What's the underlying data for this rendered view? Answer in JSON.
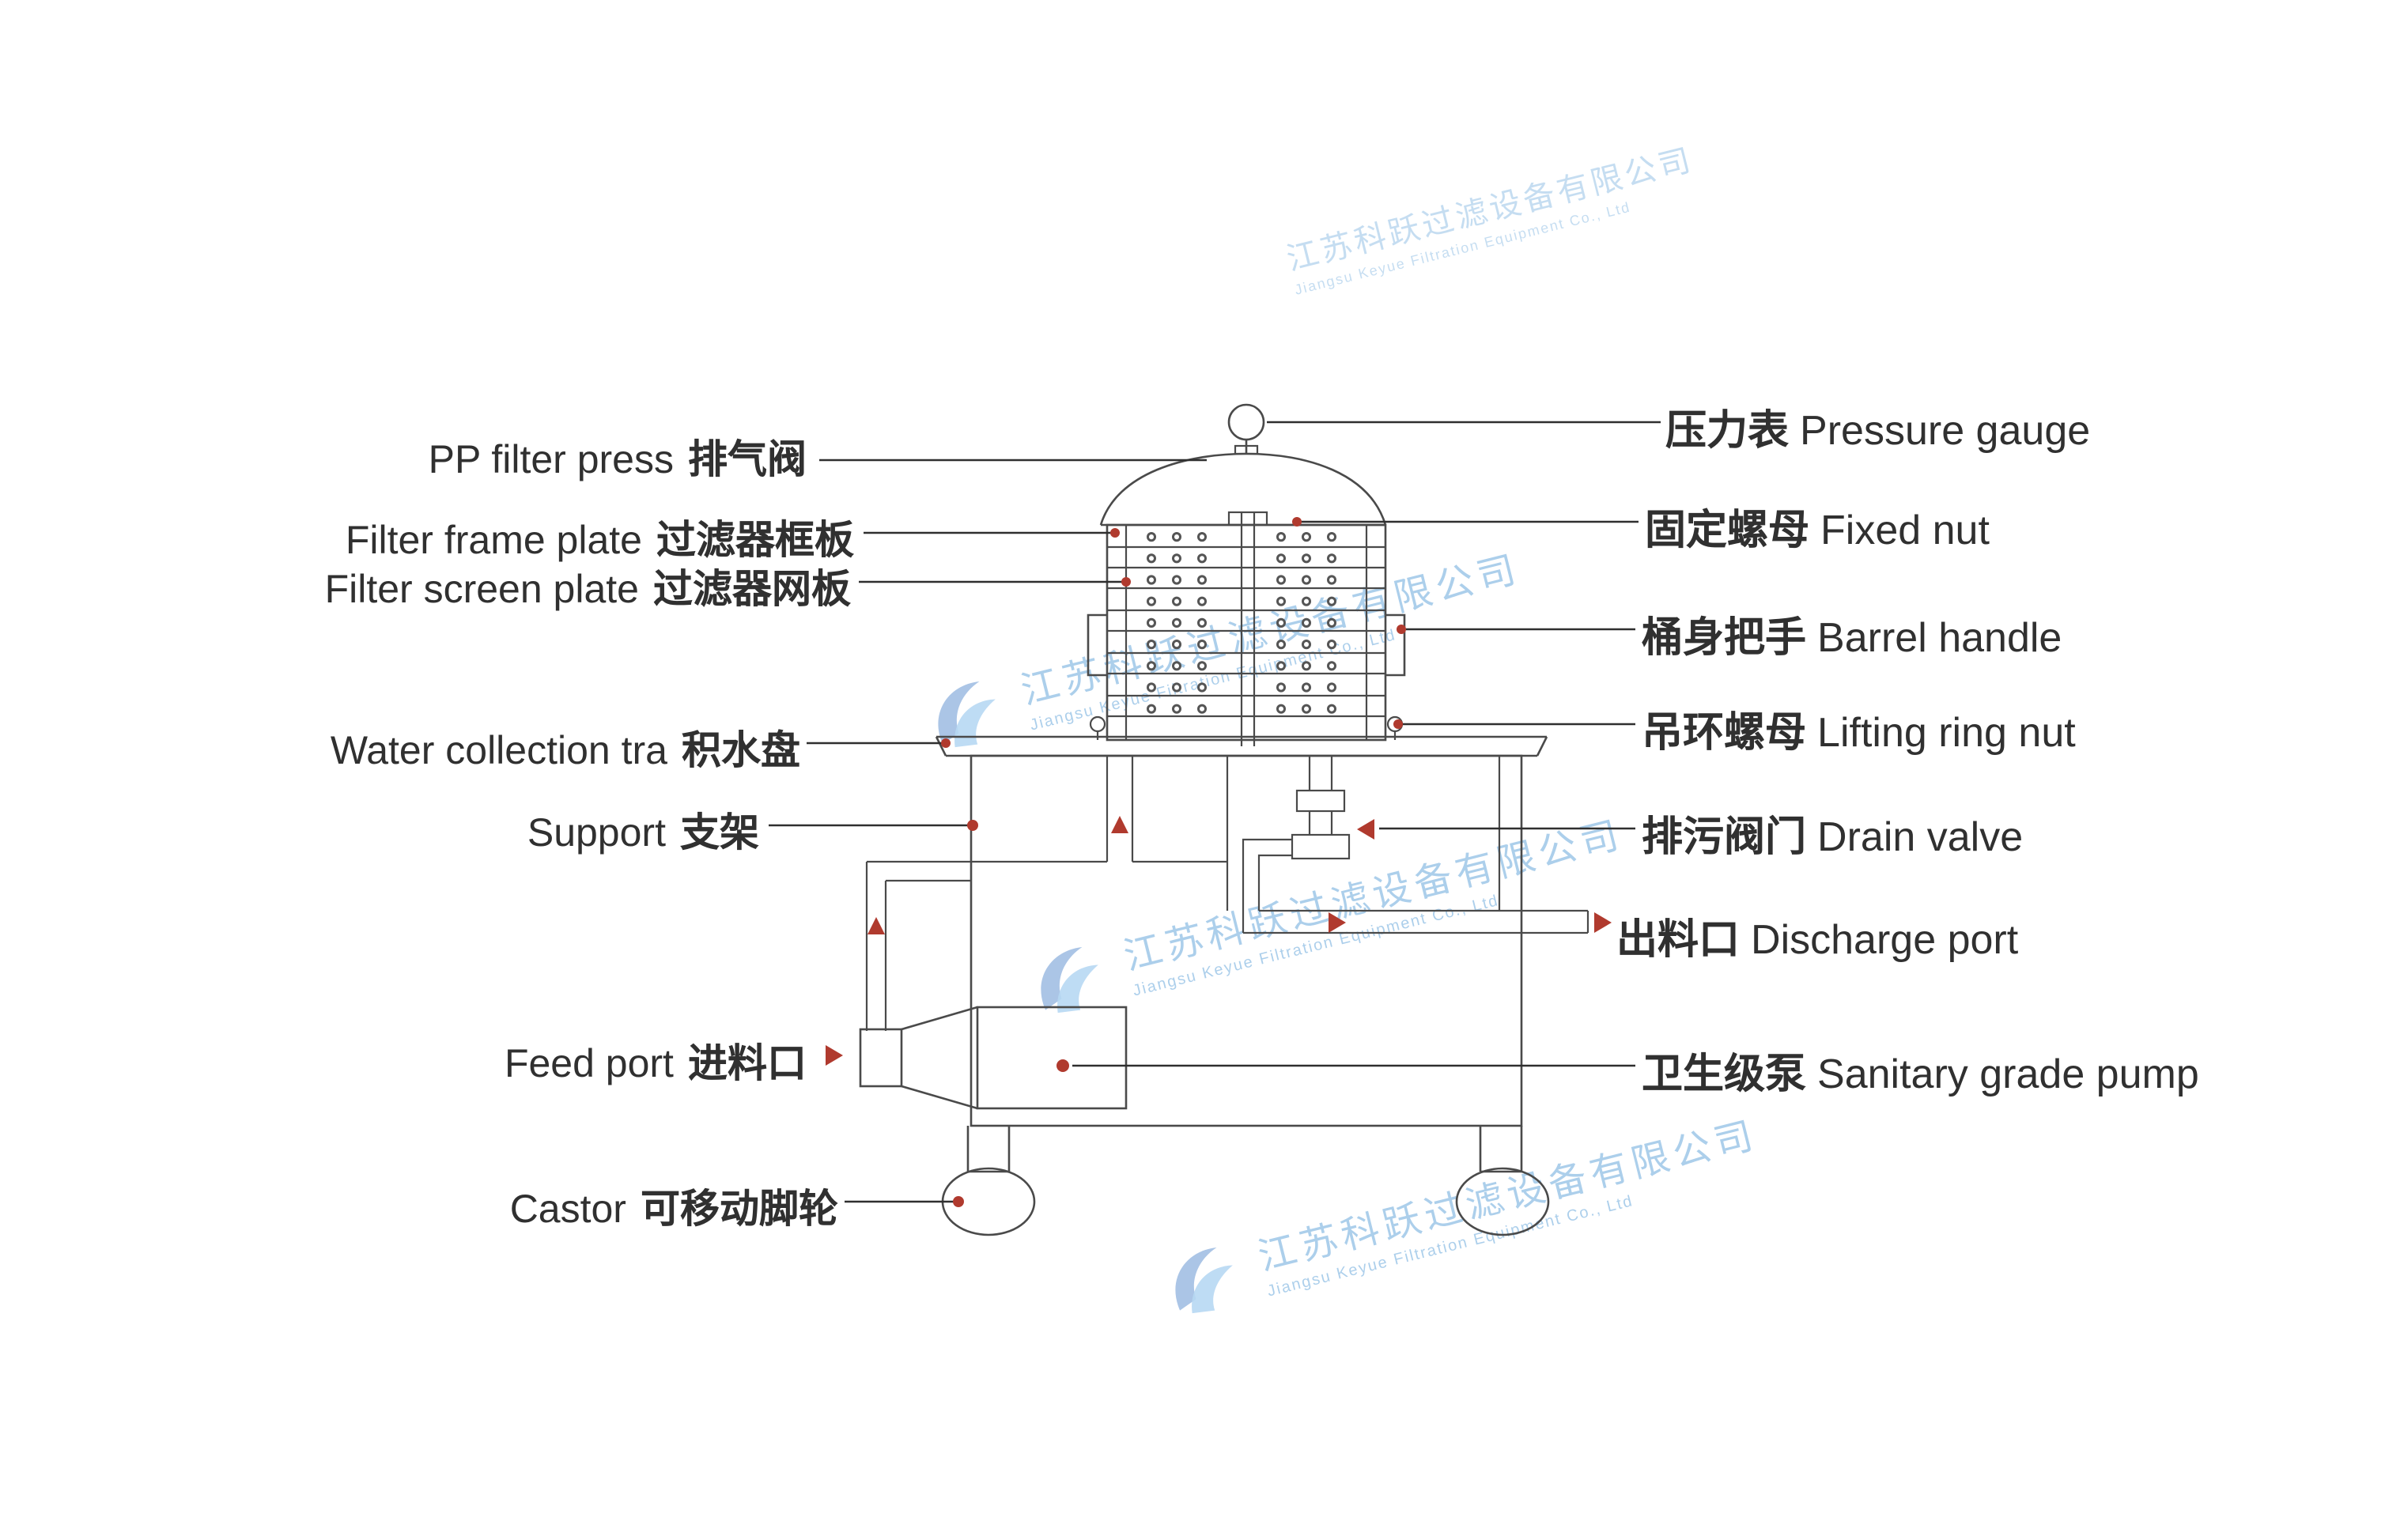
{
  "machine": {
    "left_labels": [
      {
        "en": "PP filter press",
        "zh": "排气阀"
      },
      {
        "en": "Filter frame plate",
        "zh": "过滤器框板"
      },
      {
        "en": "Filter screen plate",
        "zh": "过滤器网板"
      },
      {
        "en": "Water collection tra",
        "zh": "积水盘"
      },
      {
        "en": "Support",
        "zh": "支架"
      },
      {
        "en": "Feed port",
        "zh": "进料口"
      },
      {
        "en": "Castor",
        "zh": "可移动脚轮"
      }
    ],
    "right_labels": [
      {
        "zh": "压力表",
        "en": "Pressure gauge"
      },
      {
        "zh": "固定螺母",
        "en": "Fixed nut"
      },
      {
        "zh": "桶身把手",
        "en": "Barrel handle"
      },
      {
        "zh": "吊环螺母",
        "en": "Lifting ring nut"
      },
      {
        "zh": "排污阀门",
        "en": "Drain valve"
      },
      {
        "zh": "出料口",
        "en": "Discharge port"
      },
      {
        "zh": "卫生级泵",
        "en": "Sanitary grade pump"
      }
    ]
  },
  "watermark": {
    "zh": "江苏科跃过滤设备有限公司",
    "en": "Jiangsu Keyue Filtration Equipment Co., Ltd"
  },
  "colors": {
    "line": "#4a4a4a",
    "accent_red": "#b03a2e",
    "watermark_blue": "#5b9fd8",
    "text": "#303030",
    "background": "#ffffff"
  }
}
